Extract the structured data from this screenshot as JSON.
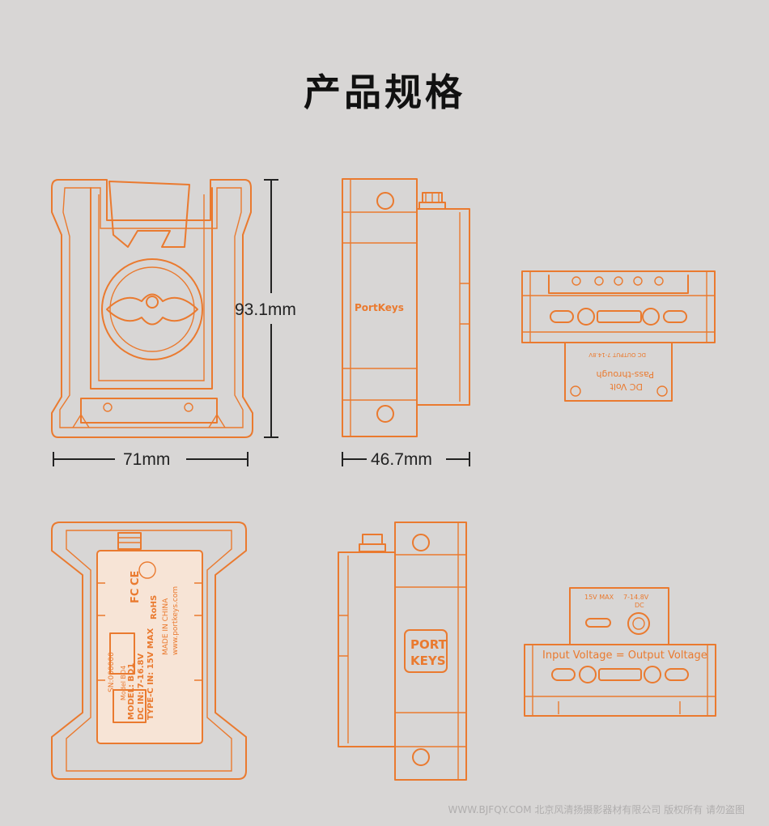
{
  "title": "产品规格",
  "dimensions": {
    "height": "93.1mm",
    "width": "71mm",
    "depth": "46.7mm"
  },
  "brand": {
    "logo_small": "PortKeys",
    "logo_box_line1": "PORT",
    "logo_box_line2": "KEYS"
  },
  "labels": {
    "pass_through_1": "DC Volt",
    "pass_through_2": "Pass-through",
    "dc_output": "DC OUTPUT 7-14.8V",
    "typec_max": "15V MAX",
    "dc_range": "7-14.8V",
    "dc": "DC",
    "voltage_note": "Input Voltage = Output Voltage"
  },
  "back_label": {
    "model": "MODEL: BD1",
    "dc_in": "DC IN: 7-16.8V",
    "typec_in": "TYPE-C IN: 15V MAX",
    "model_sub": "Model BD4",
    "made_in": "MADE IN CHINA",
    "website": "www.portkeys.com",
    "rohs": "RoHS",
    "fc": "FC",
    "ce": "CE",
    "serial": "SN:000000"
  },
  "watermark": "WWW.BJFQY.COM 北京风清扬摄影器材有限公司 版权所有 请勿盗图",
  "colors": {
    "outline": "#ea7a2f",
    "background": "#d8d6d5"
  }
}
